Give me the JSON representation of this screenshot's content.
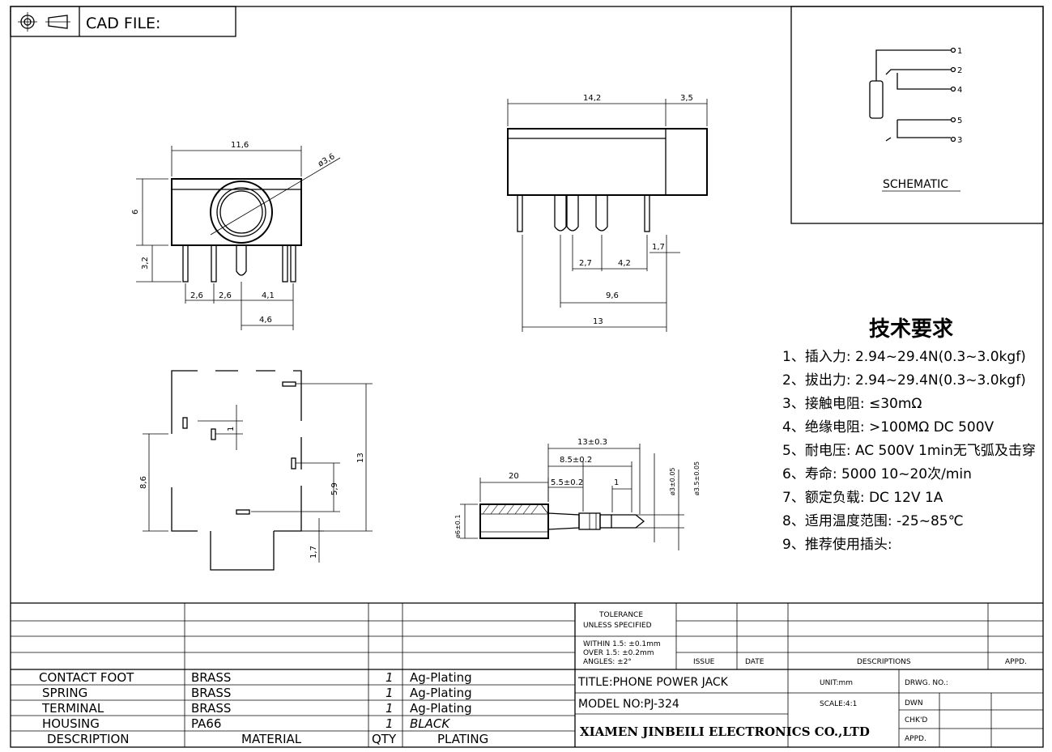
{
  "header": {
    "projection_icon": "first-angle-projection-icon",
    "cad_file_label": "CAD FILE:"
  },
  "schematic": {
    "title": "SCHEMATIC",
    "pins": [
      "1",
      "2",
      "4",
      "5",
      "3"
    ]
  },
  "dimensions": {
    "front": {
      "width": "11,6",
      "height": "6",
      "pin_len": "3,2",
      "d_hole": "ø3,6",
      "p1": "2,6",
      "p2": "2,6",
      "p3": "4,1",
      "p4": "4,6"
    },
    "side": {
      "body": "14,2",
      "tip": "3,5",
      "p1": "2,7",
      "p2": "4,2",
      "pin": "1,7",
      "span1": "9,6",
      "span2": "13"
    },
    "bottom": {
      "h": "8,6",
      "len": "13",
      "small": "1",
      "off": "5,9",
      "edge": "1,7"
    },
    "plug": {
      "l1": "13±0.3",
      "l2": "8.5±0.2",
      "l3": "5.5±0.2",
      "grip": "20",
      "tip": "1",
      "d1": "ø3±0.05",
      "d2": "ø3.5±0.05",
      "d3": "ø6±0.1"
    }
  },
  "requirements": {
    "title": "技术要求",
    "items": [
      "1、插入力: 2.94~29.4N(0.3~3.0kgf)",
      "2、拔出力: 2.94~29.4N(0.3~3.0kgf)",
      "3、接触电阻: ≤30mΩ",
      "4、绝缘电阻: >100MΩ DC  500V",
      "5、耐电压: AC  500V  1min无飞弧及击穿",
      "6、寿命: 5000 10~20次/min",
      "7、额定负载: DC  12V  1A",
      "8、适用温度范围: -25~85℃",
      "9、推荐使用插头:"
    ]
  },
  "title_block": {
    "tolerance": [
      "TOLERANCE",
      "UNLESS SPECIFIED"
    ],
    "tol_values": [
      "WITHIN 1.5: ±0.1mm",
      "OVER 1.5:  ±0.2mm",
      "ANGLES: ±2°"
    ],
    "rev_headers": {
      "issue": "ISSUE",
      "date": "DATE",
      "desc": "DESCRIPTIONS",
      "appd": "APPD."
    },
    "bom_rows": [
      {
        "desc": "CONTACT FOOT",
        "material": "BRASS",
        "qty": "1",
        "plating": "Ag-Plating"
      },
      {
        "desc": "SPRING",
        "material": "BRASS",
        "qty": "1",
        "plating": "Ag-Plating"
      },
      {
        "desc": "TERMINAL",
        "material": "BRASS",
        "qty": "1",
        "plating": "Ag-Plating"
      },
      {
        "desc": "HOUSING",
        "material": "PA66",
        "qty": "1",
        "plating": "BLACK"
      }
    ],
    "bom_headers": {
      "desc": "DESCRIPTION",
      "material": "MATERIAL",
      "qty": "QTY",
      "plating": "PLATING"
    },
    "title": "TITLE:PHONE POWER JACK",
    "model": "MODEL NO:PJ-324",
    "company": "XIAMEN JINBEILI ELECTRONICS CO.,LTD",
    "unit": "UNIT:mm",
    "scale": "SCALE:4:1",
    "drwg": "DRWG. NO.:",
    "dwn": "DWN",
    "chkd": "CHK'D",
    "appd": "APPD."
  }
}
